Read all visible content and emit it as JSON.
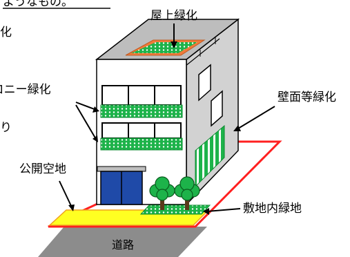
{
  "header": {
    "top_fragment": "ようなもの。",
    "left_fragment_1": "化",
    "left_fragment_2": "ロニー緑化",
    "left_fragment_3": "り"
  },
  "labels": {
    "rooftop": "屋上緑化",
    "balcony": "バルコニー緑化",
    "wall": "壁面等緑化",
    "public_space": "公開空地",
    "site_greenery": "敷地内緑地",
    "road": "道路"
  },
  "colors": {
    "green": "#1db34a",
    "green_dark": "#0a8a2e",
    "site_outline": "#ff2020",
    "public_space_fill": "#ffff22",
    "public_space_border": "#f0a020",
    "road": "#8c8c8c",
    "door": "#1f4aa8",
    "roof_orange": "#f07a3a",
    "building_front": "#ffffff",
    "building_side": "#d2d2d2",
    "roof": "#bdbdbd"
  }
}
